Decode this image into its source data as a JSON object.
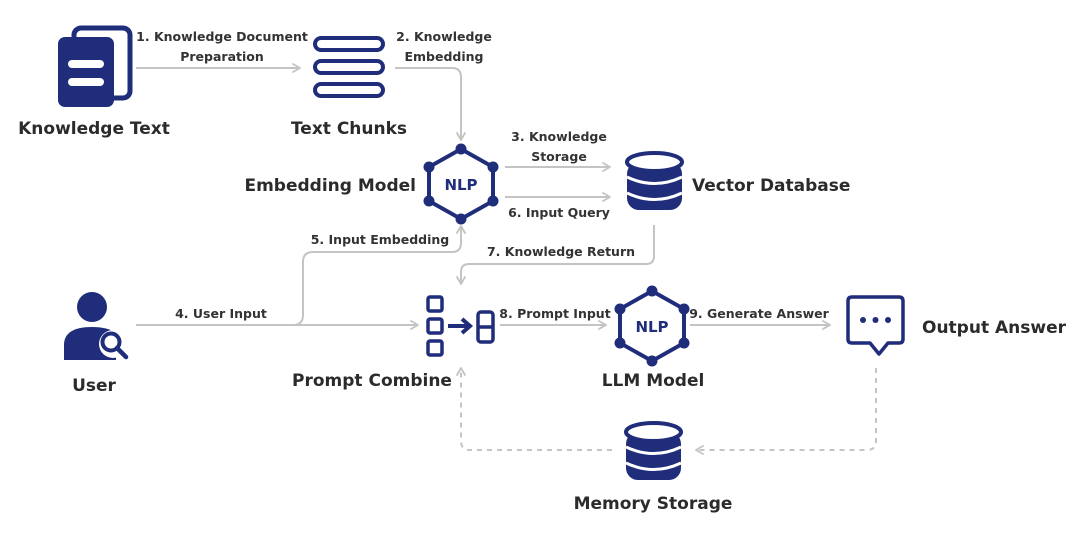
{
  "nodes": {
    "knowledge_text": "Knowledge Text",
    "text_chunks": "Text Chunks",
    "embedding_model": "Embedding Model",
    "vector_database": "Vector Database",
    "user": "User",
    "prompt_combine": "Prompt Combine",
    "llm_model": "LLM Model",
    "output_answer": "Output Answer",
    "memory_storage": "Memory Storage"
  },
  "icons": {
    "nlp_text": "NLP"
  },
  "edges": {
    "e1_line1": "1. Knowledge Document",
    "e1_line2": "Preparation",
    "e2_line1": "2. Knowledge",
    "e2_line2": "Embedding",
    "e3_line1": "3. Knowledge",
    "e3_line2": "Storage",
    "e4": "4. User Input",
    "e5": "5. Input Embedding",
    "e6": "6. Input Query",
    "e7": "7. Knowledge Return",
    "e8": "8. Prompt Input",
    "e9": "9. Generate Answer"
  },
  "colors": {
    "primary": "#1f2d7a",
    "connector": "#c4c4c4",
    "text": "#2b2b2b"
  }
}
